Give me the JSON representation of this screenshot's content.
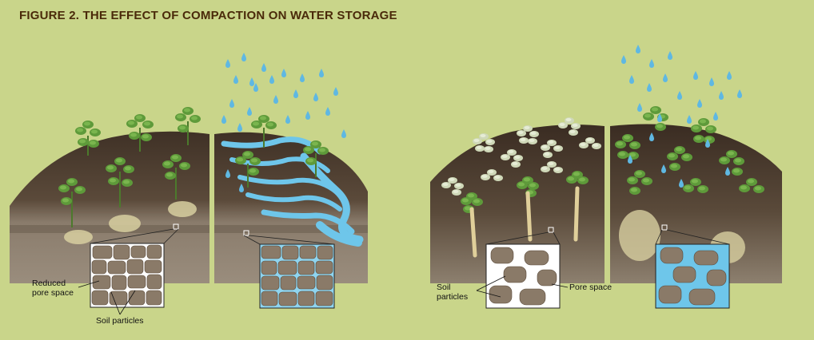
{
  "title": "FIGURE 2. THE EFFECT OF COMPACTION ON WATER STORAGE",
  "left_diagram": {
    "labels": {
      "reduced_pore_space_line1": "Reduced",
      "reduced_pore_space_line2": "pore space",
      "soil_particles": "Soil particles"
    }
  },
  "right_diagram": {
    "labels": {
      "soil_particles_line1": "Soil",
      "soil_particles_line2": "particles",
      "pore_space": "Pore space"
    }
  },
  "colors": {
    "background": "#c9d58a",
    "title": "#4a2a0a",
    "soil_dark": "#4e3e30",
    "soil_mid": "#7a6a58",
    "soil_light": "#948676",
    "water": "#6ec6ea",
    "particle": "#8a7a68",
    "leaf": "#5e9a3a",
    "leaf_wilted": "#cfd8b8"
  }
}
